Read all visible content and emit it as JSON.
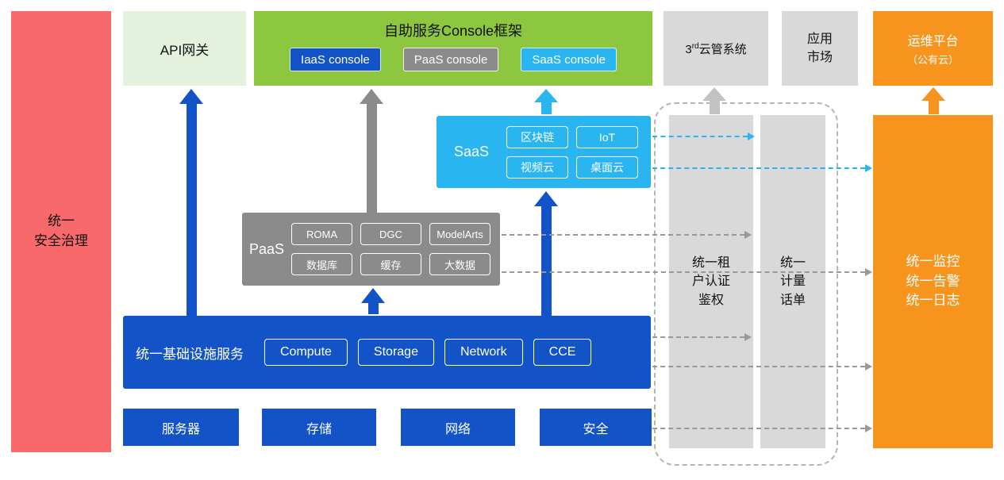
{
  "diagram": {
    "security_bar": {
      "label": "统一\n安全治理"
    },
    "api_gateway": {
      "label": "API网关"
    },
    "console_frame": {
      "title": "自助服务Console框架",
      "consoles": [
        {
          "label": "IaaS console"
        },
        {
          "label": "PaaS console"
        },
        {
          "label": "SaaS console"
        }
      ]
    },
    "third_cloud": {
      "prefix": "3",
      "sup": "rd",
      "suffix": "云管系统"
    },
    "app_market": {
      "label": "应用\n市场"
    },
    "om_platform": {
      "line1": "运维平台",
      "line2": "（公有云）"
    },
    "saas": {
      "label": "SaaS",
      "items": [
        "区块链",
        "IoT",
        "视频云",
        "桌面云"
      ]
    },
    "paas": {
      "label": "PaaS",
      "items": [
        "ROMA",
        "DGC",
        "ModelArts",
        "数据库",
        "缓存",
        "大数据"
      ]
    },
    "infra": {
      "label": "统一基础设施服务",
      "items": [
        "Compute",
        "Storage",
        "Network",
        "CCE"
      ]
    },
    "resources": [
      "服务器",
      "存储",
      "网络",
      "安全"
    ],
    "auth_bar": {
      "label": "统一租\n户认证\n鉴权"
    },
    "billing_bar": {
      "label": "统一\n计量\n话单"
    },
    "monitor_bar": {
      "label": "统一监控\n统一告警\n统一日志"
    }
  },
  "colors": {
    "security_red": "#f8696b",
    "api_light_green": "#e4f1dd",
    "console_green": "#8dc63f",
    "iaas_blue": "#1353c8",
    "saas_cyan": "#29b5f0",
    "paas_gray": "#8b8b8b",
    "panel_light_gray": "#d9d9d9",
    "om_orange": "#f7941e",
    "connector_gray": "#999999"
  }
}
